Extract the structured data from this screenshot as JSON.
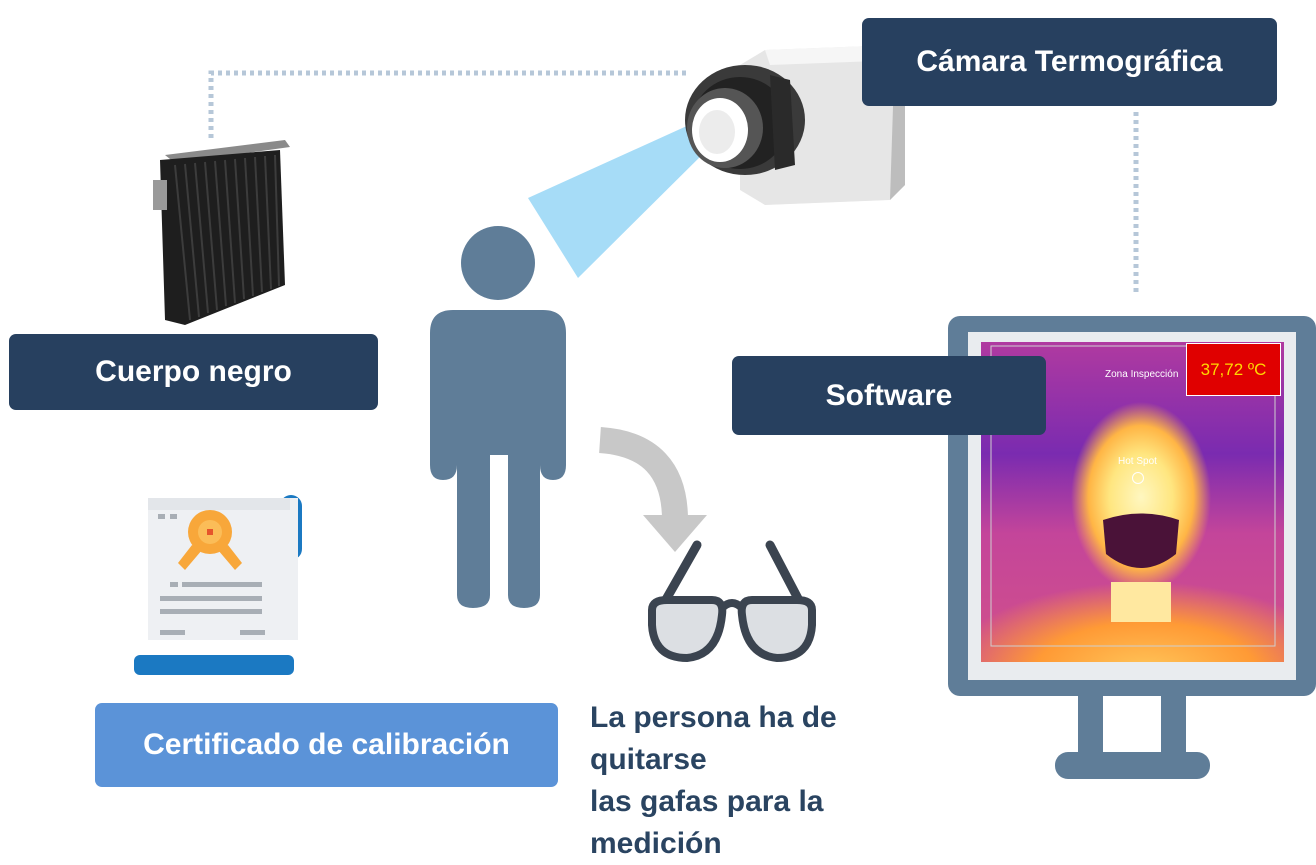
{
  "labels": {
    "camera": "Cámara Termográfica",
    "blackbody": "Cuerpo negro",
    "software": "Software",
    "certificate": "Certificado de calibración",
    "glasses_note_line1": "La persona ha de quitarse",
    "glasses_note_line2": "las gafas para la medición"
  },
  "thermal_screen": {
    "temperature": "37,72 ºC",
    "zone_label": "Zona Inspección",
    "hotspot_label": "Hot Spot"
  },
  "colors": {
    "dark_label": "#27405f",
    "light_label": "#5b93d8",
    "person": "#5f7d98",
    "monitor_frame": "#5f7d98",
    "beam": "#a6dcf7",
    "dotted_line": "#b6c7d8"
  },
  "icons": [
    "camera-icon",
    "blackbody-icon",
    "person-icon",
    "arrow-icon",
    "glasses-icon",
    "certificate-icon",
    "monitor-icon"
  ]
}
